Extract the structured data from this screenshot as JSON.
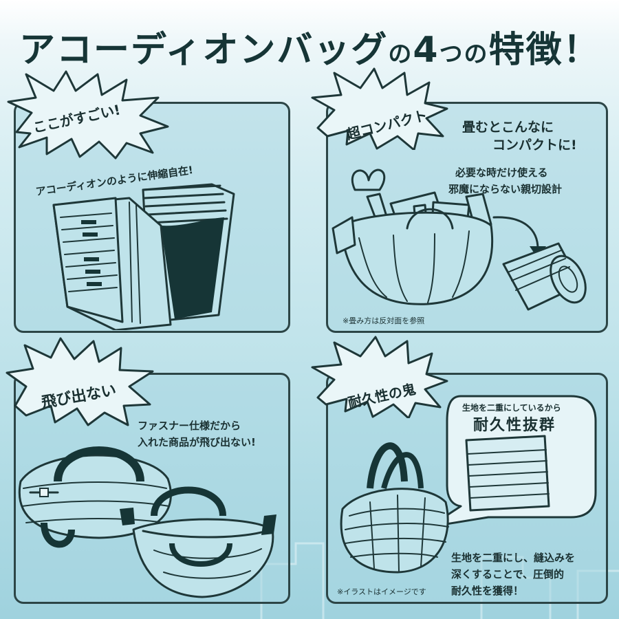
{
  "title": "アコーディオンバッグの4つの特徴！",
  "title_parts": {
    "main": "アコーディオンバッグ",
    "particle1": "の",
    "number": "4",
    "particle2": "つの",
    "end": "特徴！"
  },
  "colors": {
    "ink": "#163536",
    "panel": "#aad7e1",
    "background": "#b9e0e8"
  },
  "features": [
    {
      "badge": "ここがすごい!",
      "caption": "アコーディオンのように伸縮自在!",
      "illustration": "accordion"
    },
    {
      "badge": "超コンパクト",
      "heading_line1": "畳むとこんなに",
      "heading_line2": "コンパクトに!",
      "sub_line1": "必要な時だけ使える",
      "sub_line2": "邪魔にならない親切設計",
      "note": "※畳み方は反対面を参照",
      "illustration": "groceries-bag-folding"
    },
    {
      "badge": "飛び出ない",
      "caption_line1": "ファスナー仕様だから",
      "caption_line2": "入れた商品が飛び出ない!",
      "illustration": "zipper-bags"
    },
    {
      "badge": "耐久性の鬼",
      "bubble_small": "生地を二重にしているから",
      "bubble_big": "耐久性抜群",
      "body_line1": "生地を二重にし、縫込みを",
      "body_line2": "深くすることで、圧倒的",
      "body_line3": "耐久性を獲得！",
      "note": "※イラストはイメージです",
      "illustration": "tote-bag-fabric"
    }
  ]
}
